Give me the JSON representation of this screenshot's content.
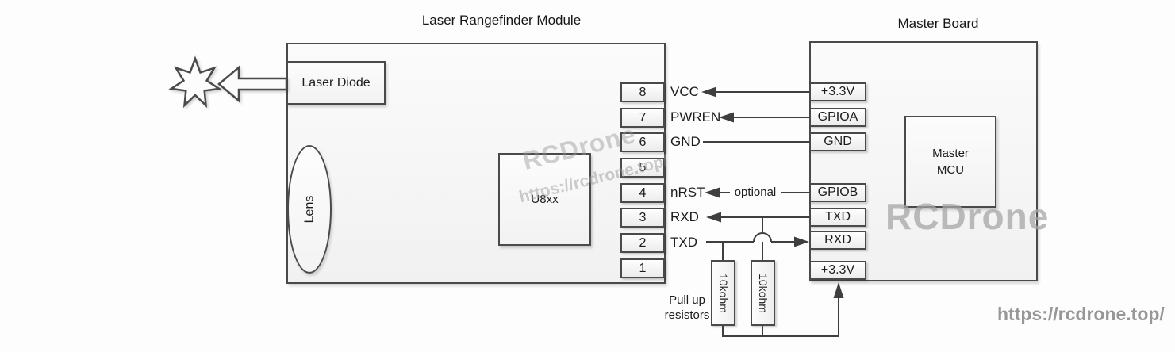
{
  "titles": {
    "module": "Laser Rangefinder Module",
    "master": "Master Board"
  },
  "module": {
    "laser_diode_label": "Laser Diode",
    "lens_label": "Lens",
    "chip_label": "U8xx",
    "pins": [
      {
        "num": "8",
        "label": "VCC"
      },
      {
        "num": "7",
        "label": "PWREN"
      },
      {
        "num": "6",
        "label": "GND"
      },
      {
        "num": "5",
        "label": ""
      },
      {
        "num": "4",
        "label": "nRST"
      },
      {
        "num": "3",
        "label": "RXD"
      },
      {
        "num": "2",
        "label": "TXD"
      },
      {
        "num": "1",
        "label": ""
      }
    ]
  },
  "master": {
    "mcu_line1": "Master",
    "mcu_line2": "MCU",
    "pins": [
      {
        "label": "+3.3V"
      },
      {
        "label": "GPIOA"
      },
      {
        "label": "GND"
      },
      {
        "label": "GPIOB"
      },
      {
        "label": "TXD"
      },
      {
        "label": "RXD"
      },
      {
        "label": "+3.3V"
      }
    ]
  },
  "annotations": {
    "optional": "optional",
    "pull_up_line1": "Pull up",
    "pull_up_line2": "resistors",
    "resistor_value_1": "10kohm",
    "resistor_value_2": "10kohm"
  },
  "watermarks": {
    "center_brand": "RCDrone",
    "center_url": "https://rcdrone.top/",
    "board_brand": "RCDrone",
    "bottom_url": "https://rcdrone.top/"
  },
  "colors": {
    "wire": "#3f3f3f",
    "box_border": "#4a4a4a",
    "watermark_gray": "#b9b9b9"
  }
}
